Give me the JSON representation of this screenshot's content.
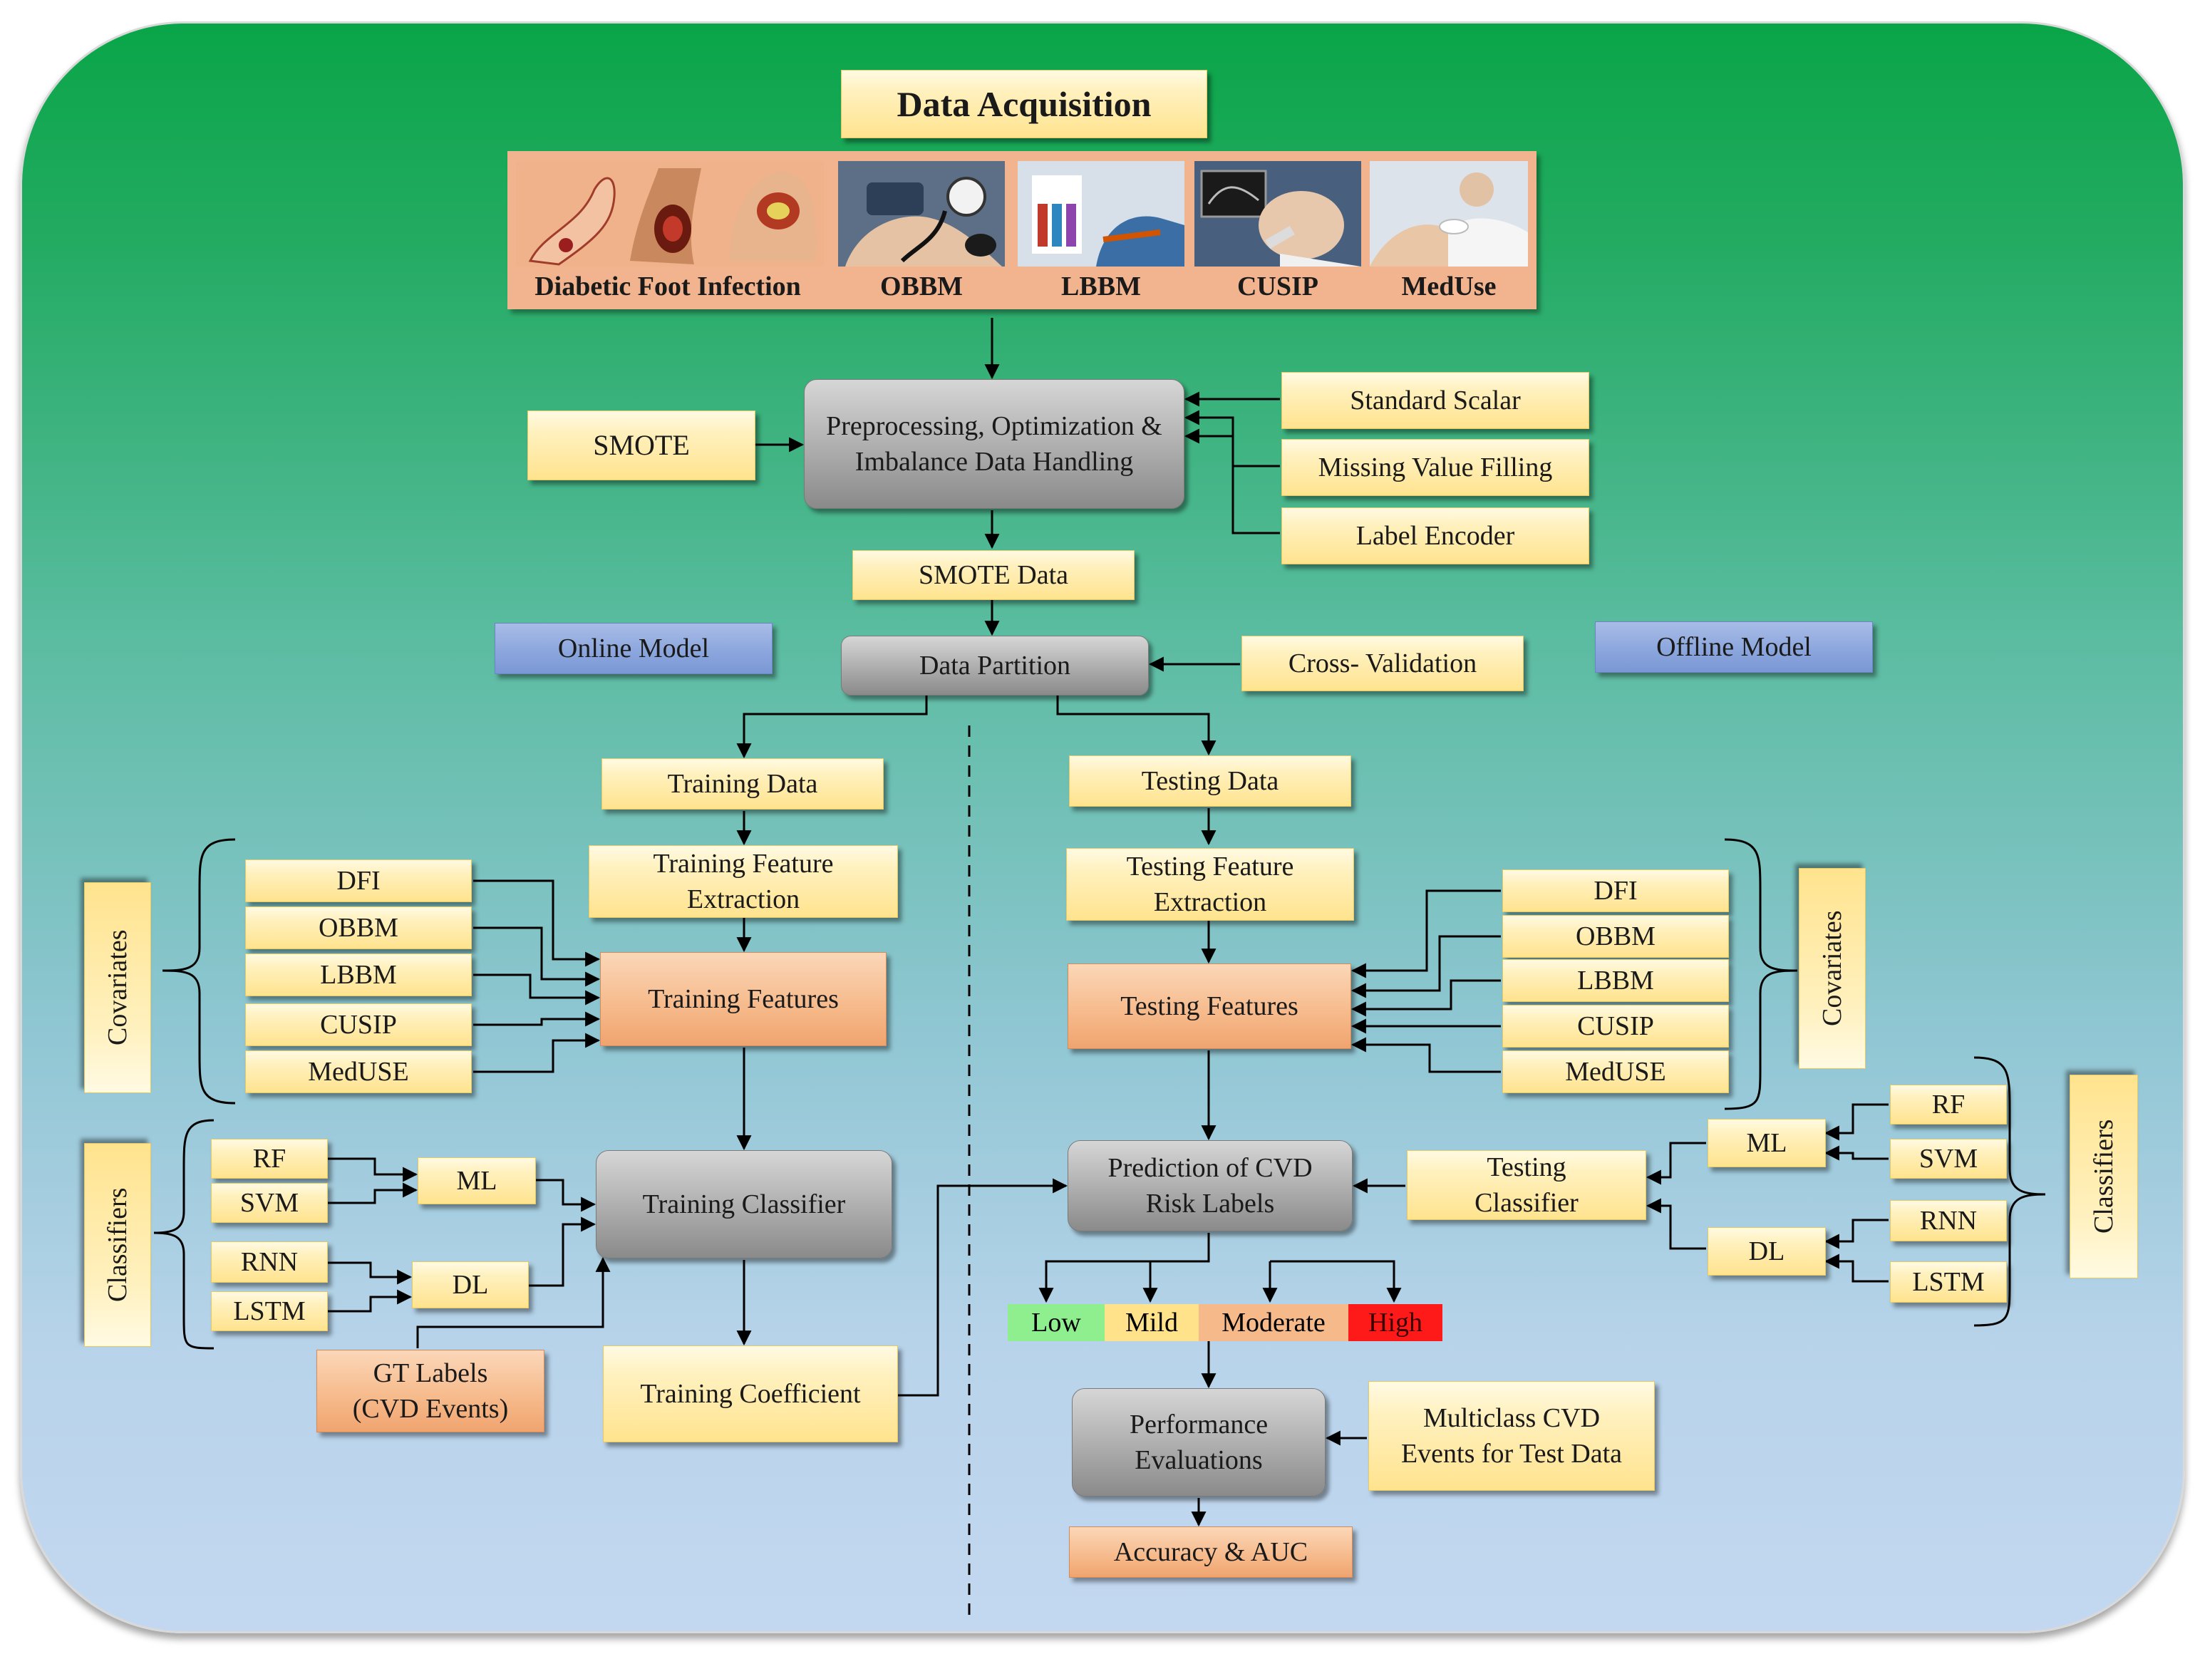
{
  "acquisition": {
    "title": "Data Acquisition",
    "sources": [
      {
        "label": "Diabetic Foot Infection",
        "icon": "foot-infection-photo"
      },
      {
        "label": "OBBM",
        "icon": "blood-pressure-photo"
      },
      {
        "label": "LBBM",
        "icon": "blood-test-photo"
      },
      {
        "label": "CUSIP",
        "icon": "carotid-ultrasound-photo"
      },
      {
        "label": "MedUse",
        "icon": "medication-photo"
      }
    ]
  },
  "preprocessing": {
    "main": "Preprocessing, Optimization & Imbalance Data Handling",
    "smote": "SMOTE",
    "inputs": [
      "Standard Scalar",
      "Missing Value Filling",
      "Label Encoder"
    ],
    "smote_data": "SMOTE Data"
  },
  "partition": {
    "label": "Data Partition",
    "cross_validation": "Cross- Validation",
    "online_model": "Online Model",
    "offline_model": "Offline Model"
  },
  "training": {
    "data": "Training Data",
    "feature_extraction": "Training Feature Extraction",
    "features": "Training Features",
    "classifier": "Training Classifier",
    "coefficient": "Training Coefficient",
    "gt_labels": "GT Labels (CVD Events)",
    "covariates_label": "Covariates",
    "covariates": [
      "DFI",
      "OBBM",
      "LBBM",
      "CUSIP",
      "MedUSE"
    ],
    "classifiers_label": "Classifiers",
    "ml": "ML",
    "dl": "DL",
    "ml_models": [
      "RF",
      "SVM"
    ],
    "dl_models": [
      "RNN",
      "LSTM"
    ]
  },
  "testing": {
    "data": "Testing Data",
    "feature_extraction": "Testing Feature Extraction",
    "features": "Testing Features",
    "prediction": "Prediction of CVD Risk Labels",
    "classifier": "Testing Classifier",
    "covariates_label": "Covariates",
    "covariates": [
      "DFI",
      "OBBM",
      "LBBM",
      "CUSIP",
      "MedUSE"
    ],
    "classifiers_label": "Classifiers",
    "ml": "ML",
    "dl": "DL",
    "ml_models": [
      "RF",
      "SVM"
    ],
    "dl_models": [
      "RNN",
      "LSTM"
    ]
  },
  "risk_labels": [
    {
      "label": "Low",
      "color": "#8fef8f"
    },
    {
      "label": "Mild",
      "color": "#ffe28a"
    },
    {
      "label": "Moderate",
      "color": "#f6b98a"
    },
    {
      "label": "High",
      "color": "#ff1a1a"
    }
  ],
  "evaluation": {
    "performance": "Performance Evaluations",
    "ground_truth": "Multiclass CVD Events for Test Data",
    "metrics": "Accuracy & AUC"
  }
}
